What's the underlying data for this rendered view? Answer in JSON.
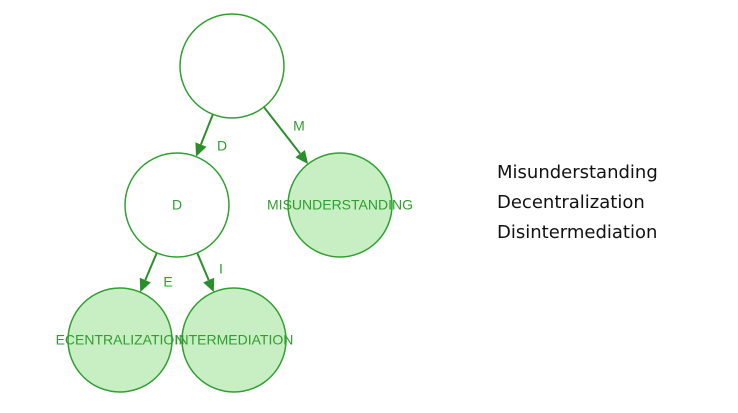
{
  "trie": {
    "nodes": [
      {
        "id": "root",
        "label": "",
        "filled": false
      },
      {
        "id": "d-node",
        "label": "D",
        "filled": false
      },
      {
        "id": "misunderstanding-node",
        "label": "MISUNDERSTANDING",
        "filled": true
      },
      {
        "id": "ecentralization-node",
        "label": "ECENTRALIZATION",
        "filled": true
      },
      {
        "id": "intermediation-node",
        "label": "INTERMEDIATION",
        "filled": true
      }
    ],
    "edges": [
      {
        "from": "root",
        "to": "d-node",
        "label": "D"
      },
      {
        "from": "root",
        "to": "misunderstanding-node",
        "label": "M"
      },
      {
        "from": "d-node",
        "to": "ecentralization-node",
        "label": "E"
      },
      {
        "from": "d-node",
        "to": "intermediation-node",
        "label": "I"
      }
    ]
  },
  "words": [
    "Misunderstanding",
    "Decentralization",
    "Disintermediation"
  ],
  "colors": {
    "node_stroke": "#2ea02e",
    "leaf_fill": "#c8eec3",
    "edge": "#2a8f2a",
    "label_text": "#2e9e2e",
    "list_text": "#111111"
  }
}
